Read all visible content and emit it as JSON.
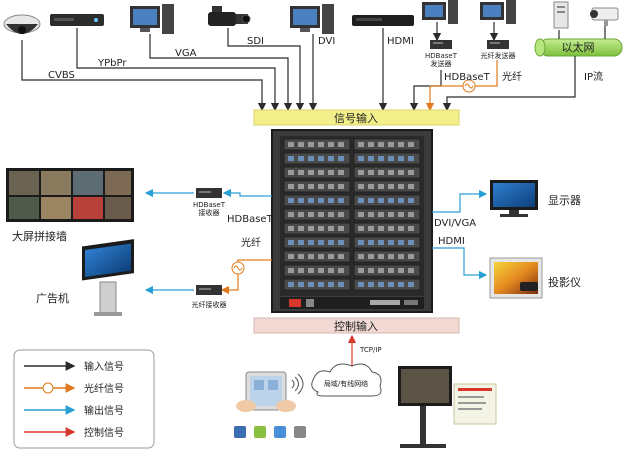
{
  "colors": {
    "input": "#2b2b2b",
    "fiber": "#e07a1f",
    "output": "#2a9fd6",
    "control": "#d9372c",
    "signal_bar": "#f3f08c",
    "control_bar": "#f2d9d4",
    "ethernet": "#9ad35a"
  },
  "inputs": {
    "cvbs": "CVBS",
    "ypbpr": "YPbPr",
    "vga": "VGA",
    "sdi": "SDI",
    "dvi": "DVI",
    "hdmi": "HDMI",
    "hdbaset": "HDBaseT",
    "hdbaset_sender": [
      "HDBaseT",
      "发送器"
    ],
    "fiber": "光纤",
    "fiber_sender": "光纤发送器",
    "ethernet": "以太网",
    "ip_stream": "IP流"
  },
  "bars": {
    "signal_input": "信号输入",
    "control_input": "控制输入"
  },
  "outputs": {
    "video_wall": "大屏拼接墙",
    "hdbaset": "HDBaseT",
    "hdbaset_receiver": [
      "HDBaseT",
      "接收器"
    ],
    "fiber": "光纤",
    "fiber_receiver": "光纤接收器",
    "ad_player": "广告机",
    "dvi_vga": "DVI/VGA",
    "monitor": "显示器",
    "hdmi": "HDMI",
    "projector": "投影仪"
  },
  "control": {
    "tcp_ip": "TCP/IP",
    "network": "局域/有线网络"
  },
  "legend": [
    {
      "label": "输入信号",
      "type": "input"
    },
    {
      "label": "光纤信号",
      "type": "fiber"
    },
    {
      "label": "输出信号",
      "type": "output"
    },
    {
      "label": "控制信号",
      "type": "control"
    }
  ]
}
